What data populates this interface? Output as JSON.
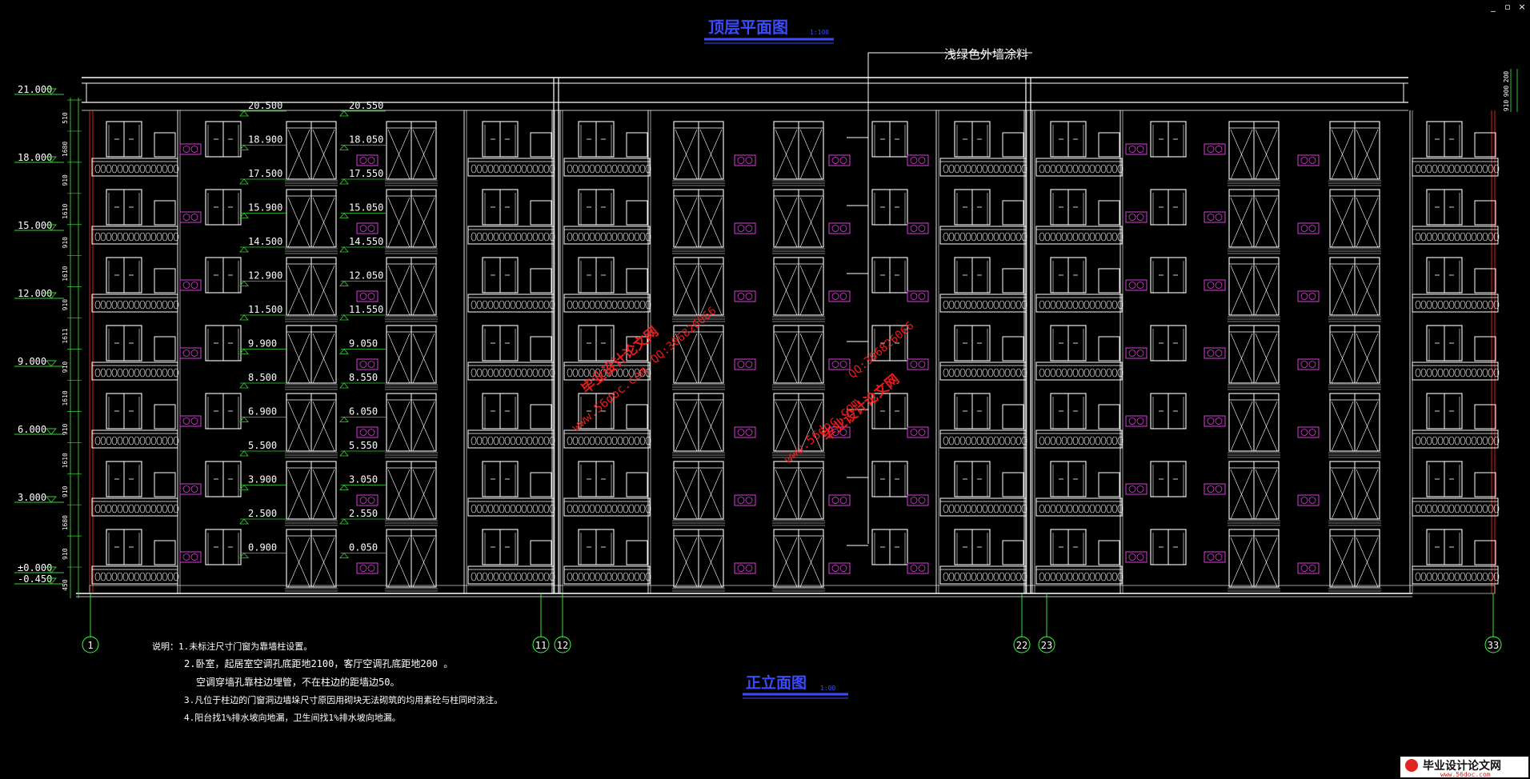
{
  "colors": {
    "background": "#000000",
    "line": "#ffffff",
    "level": "#36d436",
    "axis": "#3cff3c",
    "title": "#3b4bff",
    "ac": "#d93fd9",
    "red": "#d02020",
    "watermark": "#ff2020",
    "note": "#ffffff"
  },
  "window": {
    "minimize": "_",
    "restore": "▫",
    "close": "×"
  },
  "titles": {
    "top": {
      "main": "顶层平面图",
      "scale": "1:100"
    },
    "bottom": {
      "main": "正立面图",
      "scale": "1:00"
    }
  },
  "callout": "浅绿色外墙涂料",
  "left_levels": [
    "21.000",
    "18.000",
    "15.000",
    "12.000",
    "9.000",
    "6.000",
    "3.000",
    "±0.000",
    "-0.450"
  ],
  "left_dims": [
    "510",
    "1680",
    "910",
    "1610",
    "910",
    "1610",
    "910",
    "1611",
    "910",
    "1610",
    "910",
    "1610",
    "910",
    "1680",
    "910",
    "450"
  ],
  "right_dims": [
    "200",
    "900",
    "910"
  ],
  "stair_levels_a": [
    "20.500",
    "18.900",
    "17.500",
    "15.900",
    "14.500",
    "12.900",
    "11.500",
    "9.900",
    "8.500",
    "6.900",
    "5.500",
    "3.900",
    "2.500",
    "0.900"
  ],
  "stair_levels_b": [
    "20.550",
    "18.050",
    "17.550",
    "15.050",
    "14.550",
    "12.050",
    "11.550",
    "9.050",
    "8.550",
    "6.050",
    "5.550",
    "3.050",
    "2.550",
    "0.050"
  ],
  "axes": [
    "1",
    "11",
    "12",
    "22",
    "23",
    "33"
  ],
  "notes": [
    "说明：1.未标注尺寸门窗为靠墙柱设置。",
    "2.卧室，起居室空调孔底距地2100，客厅空调孔底距地200 。",
    "空调穿墙孔靠柱边埋管，不在柱边的距墙边50。",
    "3.凡位于柱边的门窗洞边墙垛尺寸原因用砌块无法砌筑的均用素砼与柱同时浇注。",
    "4.阳台找1%排水坡向地漏，卫生间找1%排水坡向地漏。"
  ],
  "watermarks": [
    "毕业设计论文网",
    "www.56doc.com",
    "QQ:306826066"
  ],
  "logo": {
    "text": "毕业设计论文网",
    "url": "www.56doc.com"
  }
}
